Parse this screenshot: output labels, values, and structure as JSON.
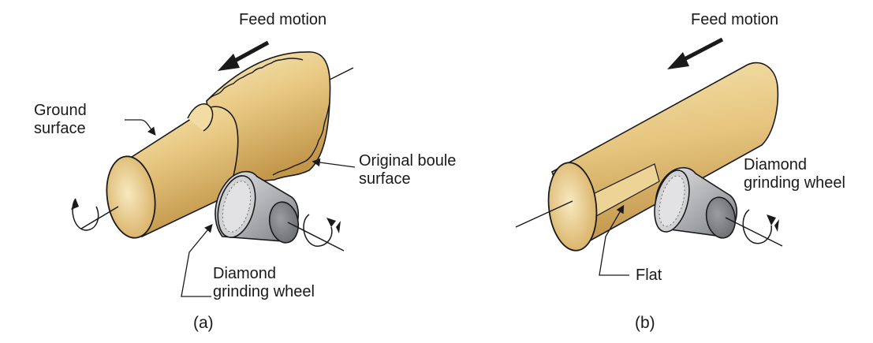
{
  "panel_a": {
    "feed_motion": "Feed motion",
    "ground_surface": [
      "Ground",
      "surface"
    ],
    "original_surface": [
      "Original boule",
      "surface"
    ],
    "wheel": [
      "Diamond",
      "grinding wheel"
    ],
    "caption": "(a)"
  },
  "panel_b": {
    "feed_motion": "Feed motion",
    "wheel": [
      "Diamond",
      "grinding wheel"
    ],
    "flat": "Flat",
    "caption": "(b)"
  },
  "colors": {
    "boule_light": "#f3dfa8",
    "boule_mid": "#e0bd6e",
    "boule_dark": "#b98a37",
    "wheel_light": "#d9d9db",
    "wheel_mid": "#a7a8ab",
    "wheel_dark": "#6e6f73",
    "outline": "#1a1a1a"
  }
}
